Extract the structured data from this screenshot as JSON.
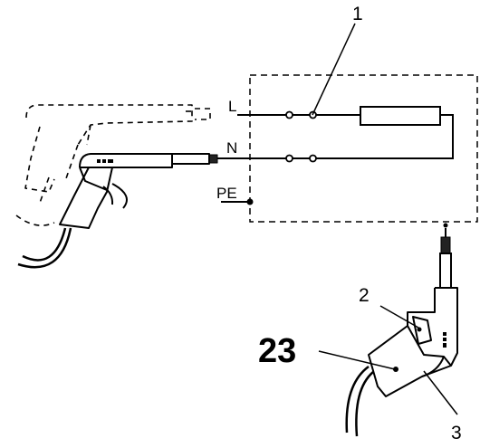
{
  "labels": {
    "phase": "L",
    "neutral": "N",
    "earth": "PE",
    "callout_1": "1",
    "callout_2": "2",
    "callout_3": "3",
    "callout_23": "23"
  },
  "colors": {
    "ink": "#000000",
    "background": "#ffffff"
  }
}
